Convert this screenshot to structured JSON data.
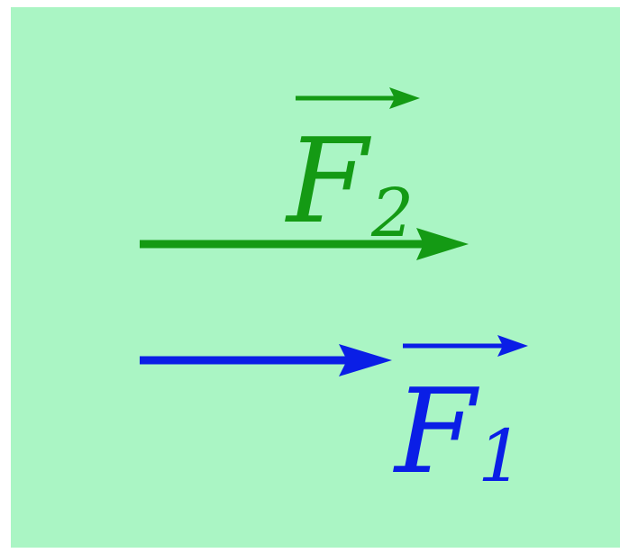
{
  "colors": {
    "outer_background": "#ffffff",
    "panel_background": "#aaf5c4",
    "force2": "#149a14",
    "force1": "#0a1ee6"
  },
  "vectors": [
    {
      "id": "F2",
      "letter": "F",
      "subscript": "2",
      "color_key": "force2"
    },
    {
      "id": "F1",
      "letter": "F",
      "subscript": "1",
      "color_key": "force1"
    }
  ]
}
